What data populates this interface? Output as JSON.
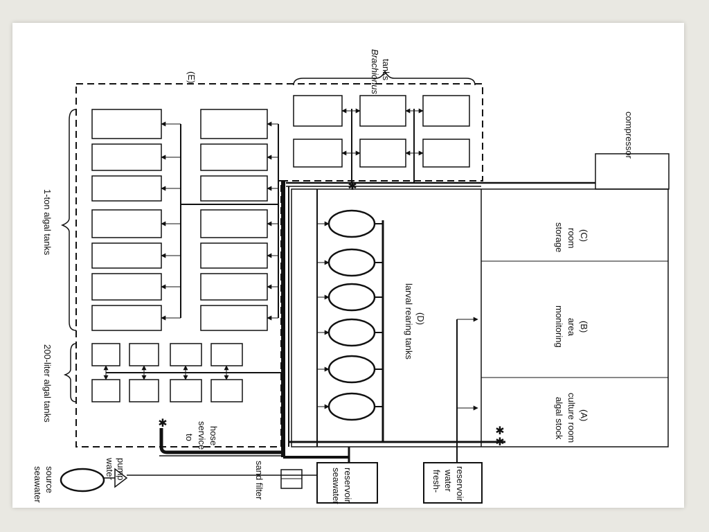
{
  "colors": {
    "ink": "#111111",
    "background": "#e9e8e2",
    "paper": "#ffffff"
  },
  "labels": {
    "section_e": "(E)",
    "brachionus_1": "Brachionus",
    "brachionus_2": "tanks",
    "compressor": "compressor",
    "algal_1ton": "1-ton algal tanks",
    "algal_200l": "200-liter algal tanks",
    "service_1": "to",
    "service_2": "service",
    "service_3": "hose",
    "seawater_source_1": "seawater",
    "seawater_source_2": "source",
    "water_pump_1": "water",
    "water_pump_2": "pump",
    "sand_filter": "sand filter",
    "seawater_reservoir_1": "seawater",
    "seawater_reservoir_2": "reservoir",
    "freshwater_reservoir_1": "fresh-",
    "freshwater_reservoir_2": "water",
    "freshwater_reservoir_3": "reservoir",
    "larval_1": "larval rearing tanks",
    "larval_2": "(D)",
    "storage_1": "storage",
    "storage_2": "room",
    "storage_3": "(C)",
    "monitoring_1": "monitoring",
    "monitoring_2": "area",
    "monitoring_3": "(B)",
    "culture_1": "algal stock",
    "culture_2": "culture room",
    "culture_3": "(A)"
  }
}
